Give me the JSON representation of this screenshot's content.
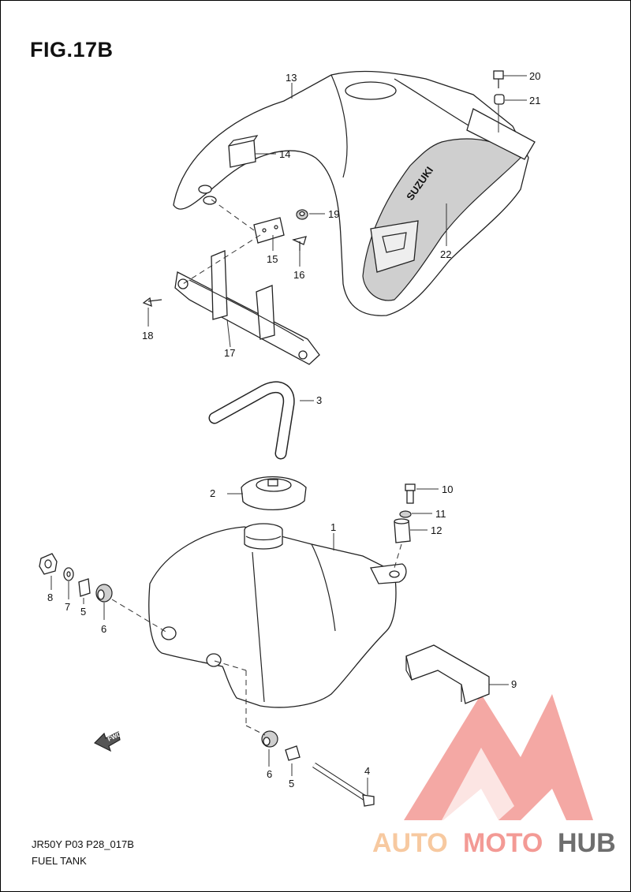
{
  "figure": {
    "title": "FIG.17B",
    "code": "JR50Y P03 P28_017B",
    "caption": "FUEL TANK"
  },
  "callouts": [
    "1",
    "2",
    "3",
    "4",
    "5",
    "6",
    "7",
    "8",
    "9",
    "10",
    "11",
    "12",
    "13",
    "14",
    "15",
    "16",
    "17",
    "18",
    "19",
    "20",
    "21",
    "22",
    "6",
    "5"
  ],
  "decal_text": "SUZUKI",
  "fwd_text": "FWD",
  "watermark": {
    "part1": "AUTO",
    "part2": "MOTO",
    "part3": "HUB",
    "color_light": "#f7c9a0",
    "color_red": "#f39a95",
    "color_gray": "#6e6e6e"
  }
}
